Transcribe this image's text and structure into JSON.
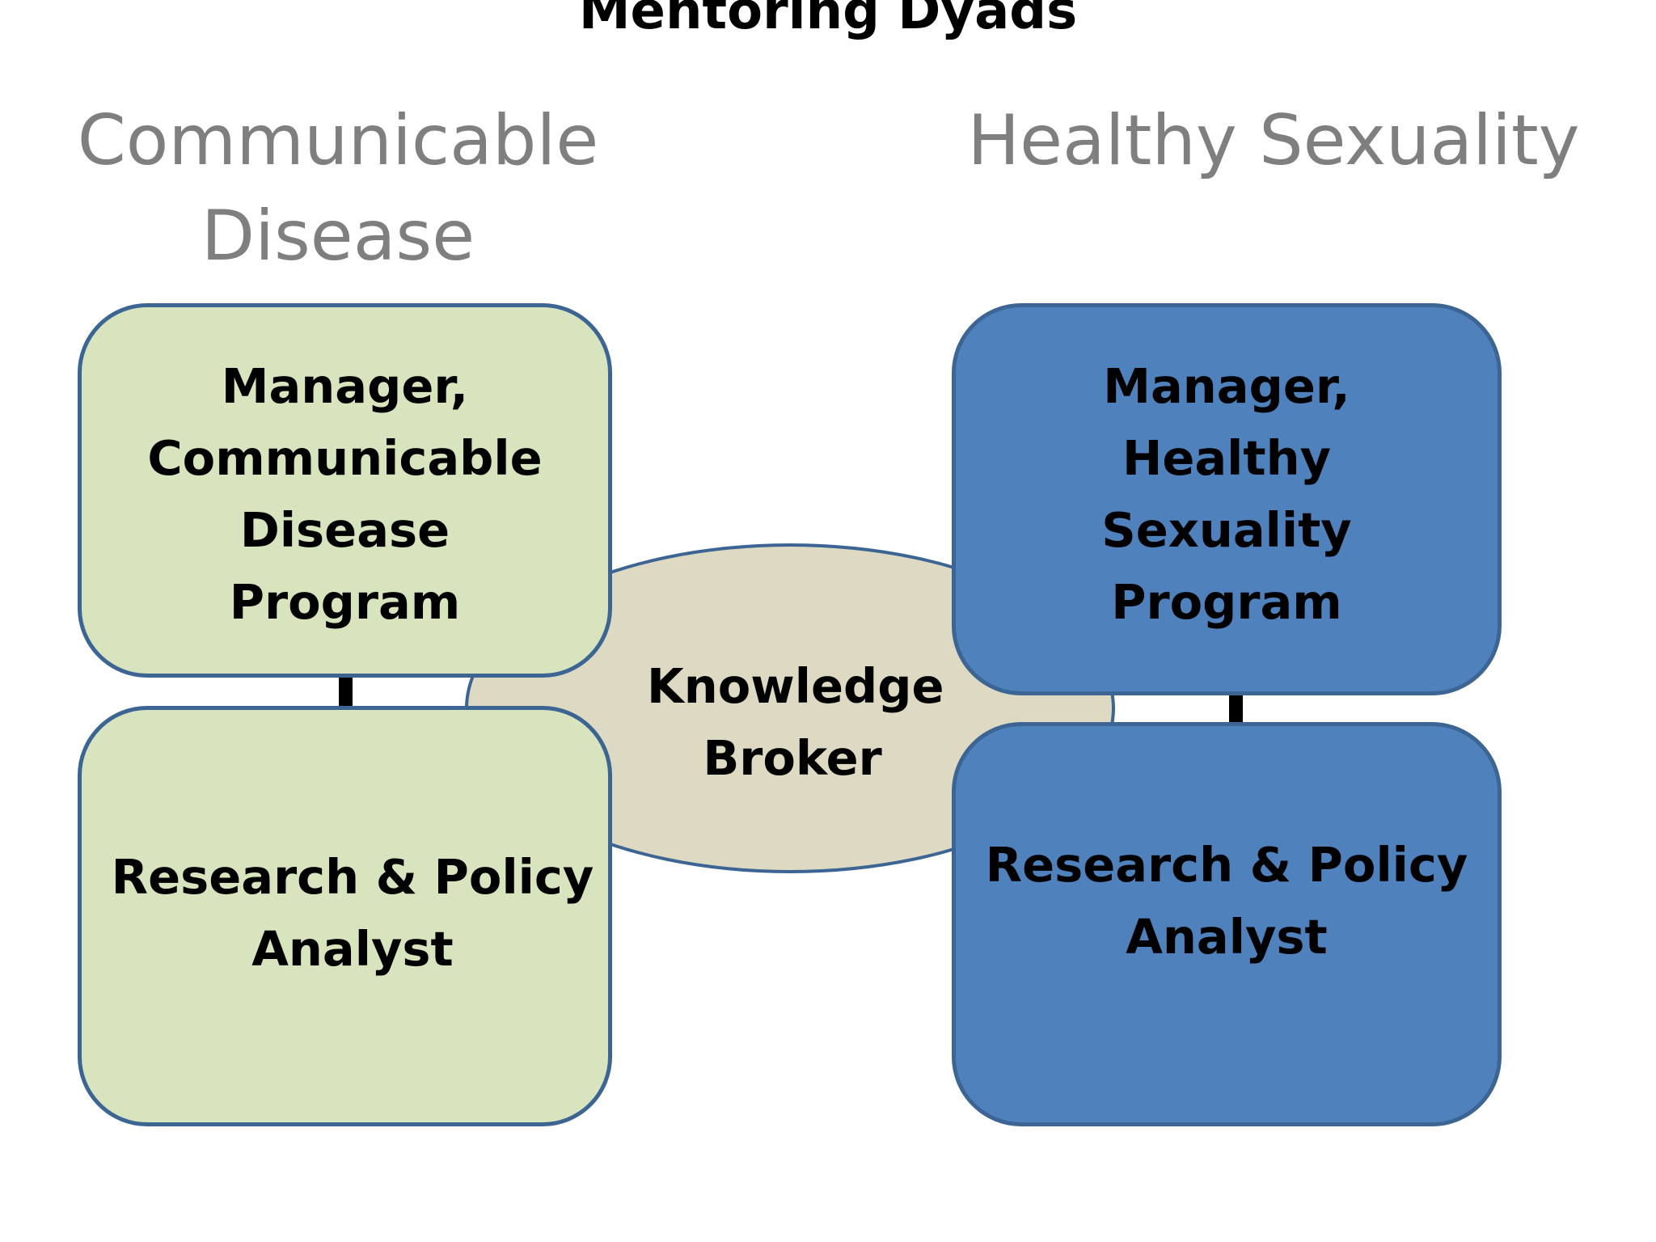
{
  "title": "Mentoring Dyads",
  "groups": {
    "left": {
      "heading_lines": [
        "Communicable",
        "Disease"
      ],
      "manager_lines": [
        "Manager,",
        "Communicable",
        "Disease",
        "Program"
      ],
      "analyst_lines": [
        "Research & Policy",
        "Analyst"
      ]
    },
    "right": {
      "heading_lines": [
        "Healthy Sexuality"
      ],
      "manager_lines": [
        "Manager,",
        "Healthy",
        "Sexuality",
        "Program"
      ],
      "analyst_lines": [
        "Research & Policy",
        "Analyst"
      ]
    }
  },
  "broker": {
    "lines": [
      "Knowledge",
      "Broker"
    ]
  },
  "colors": {
    "left_fill": "#d7e4bd",
    "right_fill": "#4f81bd",
    "broker_fill": "#ddd9c3",
    "outline": "#3c6593",
    "heading_text": "#7f7f7f"
  }
}
